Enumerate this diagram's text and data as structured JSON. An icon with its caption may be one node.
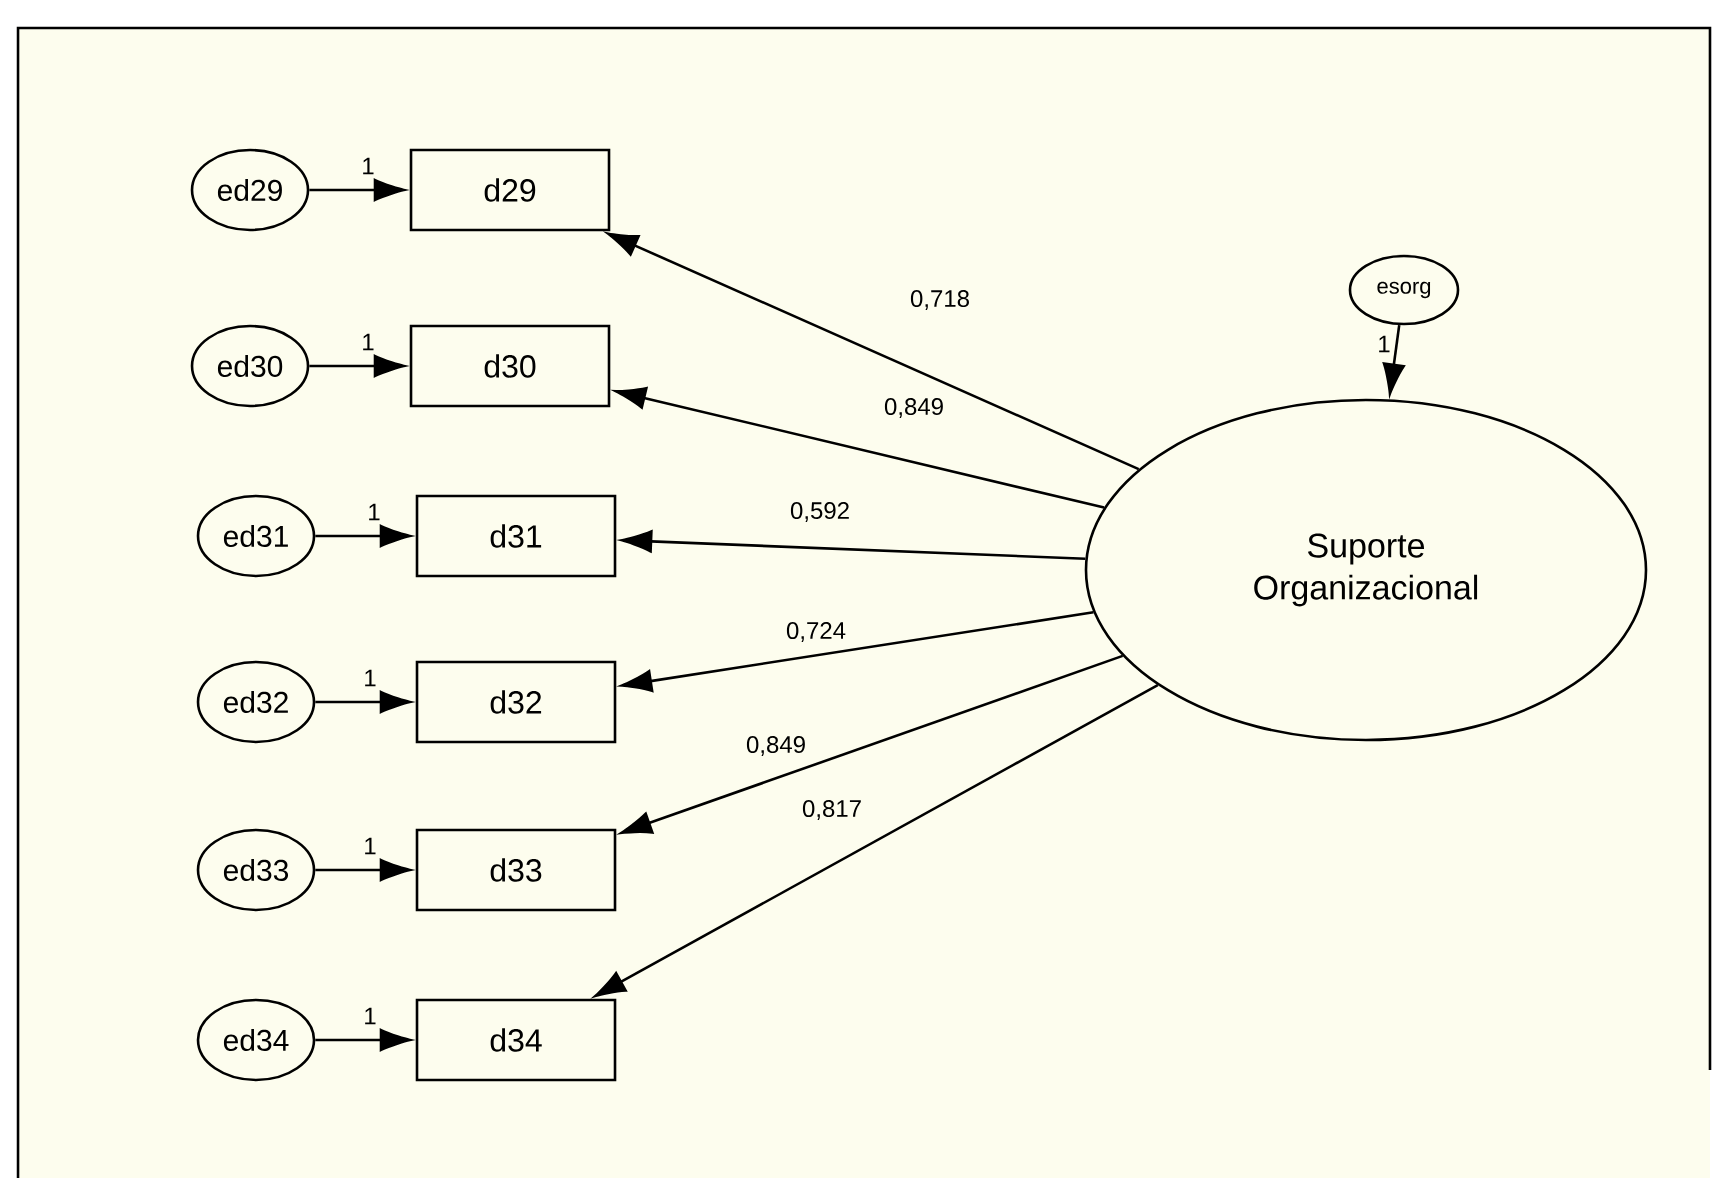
{
  "diagram": {
    "nodes": [
      {
        "text": [
          "ed29"
        ]
      },
      {
        "text": [
          "d29"
        ]
      },
      {
        "text": [
          "ed30"
        ]
      },
      {
        "text": [
          "d30"
        ]
      },
      {
        "text": [
          "ed31"
        ]
      },
      {
        "text": [
          "d31"
        ]
      },
      {
        "text": [
          "ed32"
        ]
      },
      {
        "text": [
          "d32"
        ]
      },
      {
        "text": [
          "ed33"
        ]
      },
      {
        "text": [
          "d33"
        ]
      },
      {
        "text": [
          "ed34"
        ]
      },
      {
        "text": [
          "d34"
        ]
      },
      {
        "text": [
          "esorg"
        ]
      },
      {
        "text": [
          "Suporte Organizacional"
        ]
      }
    ],
    "edges": [
      {
        "from": 0,
        "to": 1,
        "arrow": "to",
        "label": "1"
      },
      {
        "from": 2,
        "to": 3,
        "arrow": "to",
        "label": "1"
      },
      {
        "from": 4,
        "to": 5,
        "arrow": "to",
        "label": "1"
      },
      {
        "from": 6,
        "to": 7,
        "arrow": "to",
        "label": "1"
      },
      {
        "from": 8,
        "to": 9,
        "arrow": "to",
        "label": "1"
      },
      {
        "from": 10,
        "to": 11,
        "arrow": "to",
        "label": "1"
      },
      {
        "from": 13,
        "to": 1,
        "arrow": "to",
        "label": "0,718"
      },
      {
        "from": 13,
        "to": 3,
        "arrow": "to",
        "label": "0,849"
      },
      {
        "from": 13,
        "to": 5,
        "arrow": "to",
        "label": "0,592"
      },
      {
        "from": 13,
        "to": 7,
        "arrow": "to",
        "label": "0,724"
      },
      {
        "from": 13,
        "to": 9,
        "arrow": "to",
        "label": "0,849"
      },
      {
        "from": 13,
        "to": 11,
        "arrow": "to",
        "label": "0,817"
      },
      {
        "from": 12,
        "to": 13,
        "arrow": "to",
        "label": "1"
      }
    ]
  }
}
